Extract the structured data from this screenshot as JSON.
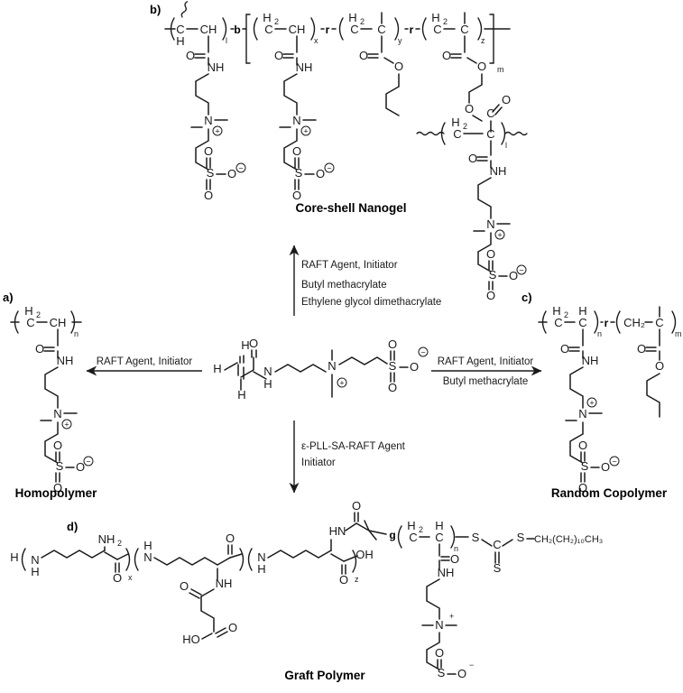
{
  "figure": {
    "type": "chemical-reaction-scheme",
    "description": "Synthesis routes from a sulfobetaine acrylamide monomer to four polymer architectures"
  },
  "panels": {
    "a": {
      "label": "a)",
      "caption": "Homopolymer"
    },
    "b": {
      "label": "b)",
      "caption": "Core-shell Nanogel"
    },
    "c": {
      "label": "c)",
      "caption": "Random Copolymer"
    },
    "d": {
      "label": "d)",
      "caption": "Graft Polymer"
    }
  },
  "arrows": {
    "up": {
      "direction": "up",
      "lines": [
        "RAFT Agent, Initiator",
        "Butyl methacrylate",
        "Ethylene glycol dimethacrylate"
      ]
    },
    "left": {
      "direction": "left",
      "above": "RAFT Agent, Initiator",
      "below": ""
    },
    "right": {
      "direction": "right",
      "above": "RAFT Agent, Initiator",
      "below": "Butyl methacrylate"
    },
    "down": {
      "direction": "down",
      "lines": [
        "ε-PLL-SA-RAFT Agent",
        "Initiator"
      ]
    }
  },
  "atoms": {
    "H": "H",
    "H2": "H",
    "C": "C",
    "CH": "CH",
    "CH2": "CH₂",
    "N": "N",
    "NH": "NH",
    "HN": "HN",
    "O": "O",
    "S": "S",
    "OH": "OH",
    "HO": "HO",
    "NH2": "NH",
    "SO3": "O"
  },
  "subscripts": {
    "two": "2",
    "n": "n",
    "m": "m",
    "x": "x",
    "y": "y",
    "z": "z",
    "l": "l",
    "ten": "10",
    "three": "3"
  },
  "charges": {
    "plus": "⊕",
    "minus": "⊖",
    "plus_small": "+",
    "minus_small": "−"
  },
  "link_labels": {
    "block": "b",
    "random": "r",
    "graft": "g"
  },
  "terminal": {
    "dodecyl_chain": "CH",
    "dodecyl_full": "CH₂(CH₂)₁₀CH₃"
  },
  "monomer": {
    "name": "sulfobetaine acrylamide",
    "vinyl_h": [
      "H",
      "H",
      "H"
    ]
  }
}
